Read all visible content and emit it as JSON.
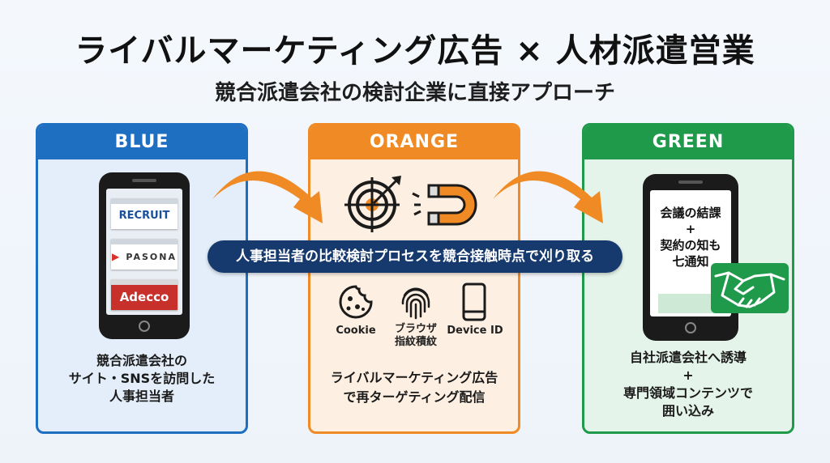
{
  "header": {
    "title": "ライバルマーケティング広告 × 人材派遣営業",
    "subtitle": "競合派遣会社の検討企業に直接アプローチ"
  },
  "colors": {
    "blue": "#1e6fc2",
    "orange": "#f08a24",
    "green": "#1f9a4a",
    "ribbon": "#16396e"
  },
  "blue": {
    "heading": "BLUE",
    "sites": [
      "RECRUIT",
      "PASONA",
      "Adecco"
    ],
    "caption": [
      "競合派遣会社の",
      "サイト・SNSを訪問した",
      "人事担当者"
    ]
  },
  "orange": {
    "heading": "ORANGE",
    "icons": [
      "target-icon",
      "magnet-icon"
    ],
    "ribbon": "人事担当者の比較検討プロセスを競合接触時点で刈り取る",
    "trackers": [
      {
        "icon": "cookie-icon",
        "label": [
          "Cookie"
        ]
      },
      {
        "icon": "fingerprint-icon",
        "label": [
          "ブラウザ",
          "指紋積紋"
        ]
      },
      {
        "icon": "device-icon",
        "label": [
          "Device ID"
        ]
      }
    ],
    "caption": [
      "ライバルマーケティング広告",
      "で再ターゲティング配信"
    ]
  },
  "green": {
    "heading": "GREEN",
    "screen_text": [
      "会議の結課",
      "+",
      "契約の知も",
      "七通知"
    ],
    "icon": "handshake-icon",
    "caption": [
      "自社派遣会社へ誘導",
      "+",
      "専門領域コンテンツで",
      "囲い込み"
    ]
  }
}
